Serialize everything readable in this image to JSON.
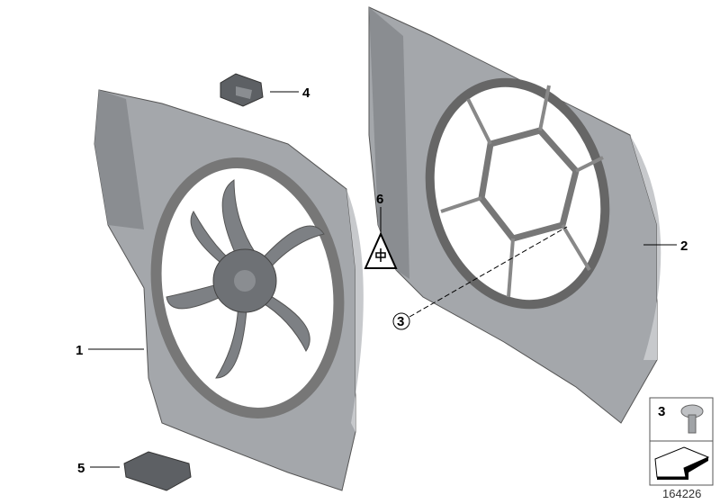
{
  "diagram_number": "164226",
  "callouts": [
    {
      "id": "1",
      "part": "fan-shroud-with-fan"
    },
    {
      "id": "2",
      "part": "fan-shroud"
    },
    {
      "id": "3",
      "part": "screw"
    },
    {
      "id": "4",
      "part": "resistor-module"
    },
    {
      "id": "5",
      "part": "bracket"
    },
    {
      "id": "6",
      "part": "warning-label"
    }
  ],
  "legend_box": {
    "part_number": "3",
    "icon": "screw-icon"
  },
  "colors": {
    "part_fill": "#9a9da1",
    "part_dark": "#6e7175",
    "part_light": "#c4c6c9",
    "line": "#000000"
  }
}
